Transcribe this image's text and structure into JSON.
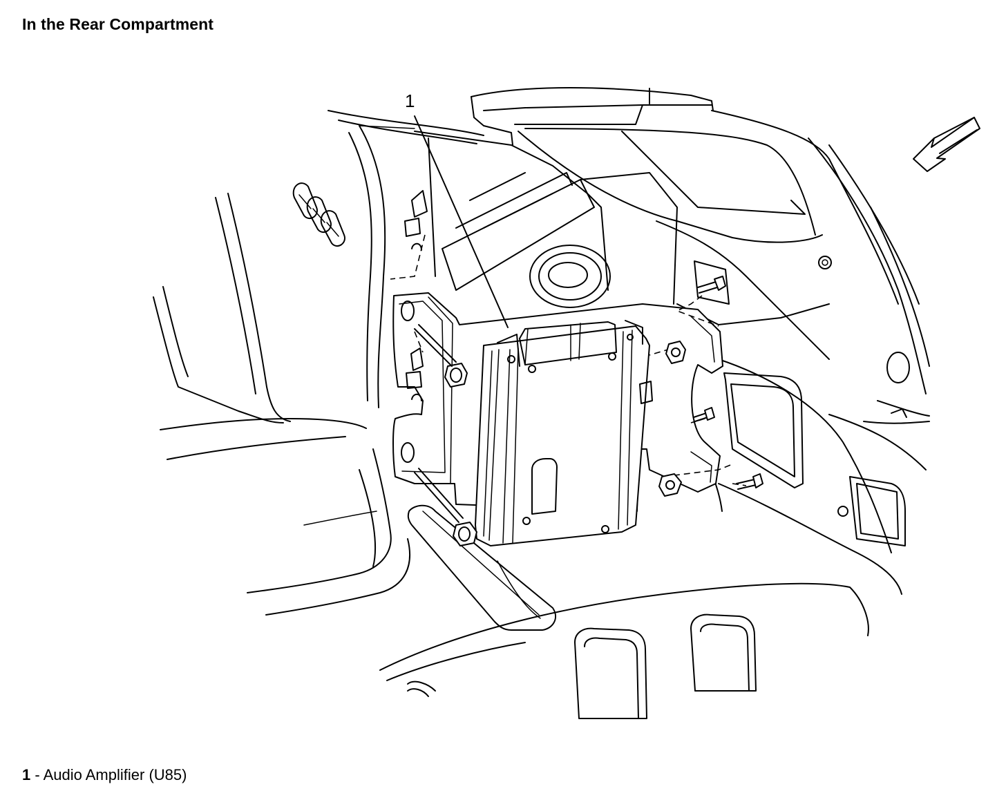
{
  "figure": {
    "title": "In the Rear Compartment",
    "callouts": [
      {
        "number": "1",
        "label": "Audio Amplifier (U85)"
      }
    ],
    "legend": {
      "number": "1",
      "separator": " - ",
      "text": "Audio Amplifier (U85)"
    },
    "view_arrow_icon": "direction-arrow-icon"
  }
}
